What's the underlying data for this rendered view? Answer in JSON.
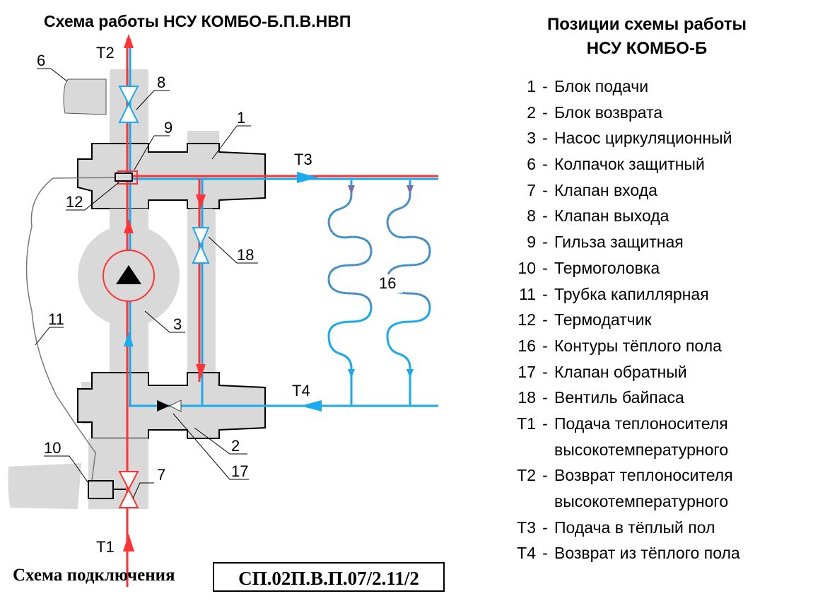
{
  "diagram": {
    "title": "Схема работы НСУ КОМБО-Б.П.В.НВП",
    "pipe_labels": {
      "t1": "T1",
      "t2": "T2",
      "t3": "T3",
      "t4": "T4"
    },
    "callouts": {
      "c1": "1",
      "c2": "2",
      "c3": "3",
      "c6": "6",
      "c7": "7",
      "c8": "8",
      "c9": "9",
      "c10": "10",
      "c11": "11",
      "c12": "12",
      "c16": "16",
      "c17": "17",
      "c18": "18"
    },
    "colors": {
      "supply": "#ff3333",
      "return": "#1aaaee",
      "body": "#d9d9d9"
    }
  },
  "legend": {
    "title_line1": "Позиции схемы работы",
    "title_line2": "НСУ КОМБО-Б",
    "items": [
      {
        "num": "1",
        "text": "Блок подачи"
      },
      {
        "num": "2",
        "text": "Блок возврата"
      },
      {
        "num": "3",
        "text": "Насос циркуляционный"
      },
      {
        "num": "6",
        "text": "Колпачок защитный"
      },
      {
        "num": "7",
        "text": "Клапан входа"
      },
      {
        "num": "8",
        "text": "Клапан выхода"
      },
      {
        "num": "9",
        "text": "Гильза защитная"
      },
      {
        "num": "10",
        "text": "Термоголовка"
      },
      {
        "num": "11",
        "text": "Трубка капиллярная"
      },
      {
        "num": "12",
        "text": "Термодатчик"
      },
      {
        "num": "16",
        "text": "Контуры тёплого пола"
      },
      {
        "num": "17",
        "text": "Клапан обратный"
      },
      {
        "num": "18",
        "text": "Вентиль байпаса"
      },
      {
        "num": "T1",
        "text": "Подача теплоносителя"
      },
      {
        "num": "",
        "text": "высокотемпературного"
      },
      {
        "num": "T2",
        "text": "Возврат теплоносителя"
      },
      {
        "num": "",
        "text": "высокотемпературного"
      },
      {
        "num": "T3",
        "text": "Подача в тёплый пол"
      },
      {
        "num": "T4",
        "text": "Возврат из тёплого пола"
      }
    ]
  },
  "footer": {
    "label": "Схема подключения",
    "code": "СП.02П.В.П.07/2.11/2"
  }
}
